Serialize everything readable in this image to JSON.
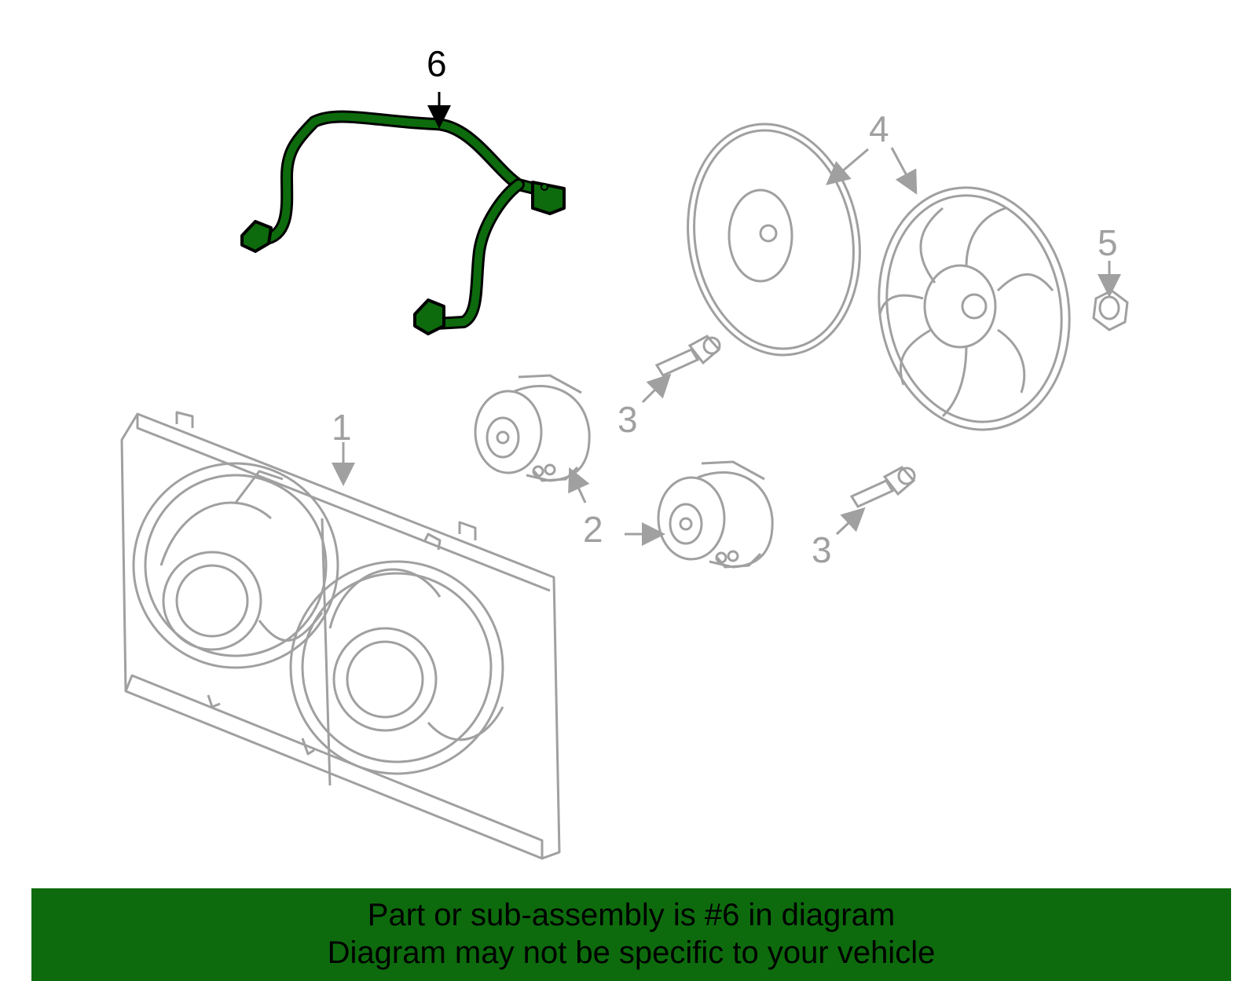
{
  "callouts": {
    "n1": "1",
    "n2": "2",
    "n3a": "3",
    "n3b": "3",
    "n4": "4",
    "n5": "5",
    "n6": "6"
  },
  "banner": {
    "line1": "Part or sub-assembly is #6 in diagram",
    "line2": "Diagram may not be specific to your vehicle"
  },
  "colors": {
    "highlight": "#0d6b0d",
    "part_stroke": "#a0a0a0",
    "highlight_label": "#000000"
  }
}
